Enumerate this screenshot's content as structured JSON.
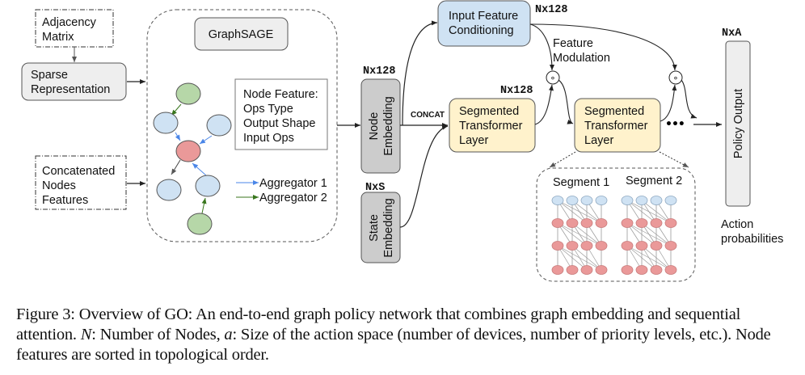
{
  "inputs": {
    "adjacency": [
      "Adjacency",
      "Matrix"
    ],
    "sparse": [
      "Sparse",
      "Representation"
    ],
    "concat_features": [
      "Concatenated",
      "Nodes",
      "Features"
    ]
  },
  "graphsage": {
    "title": "GraphSAGE",
    "feature_box": [
      "Node Feature:",
      "Ops Type",
      "Output Shape",
      "Input Ops"
    ],
    "legend": [
      {
        "label": "Aggregator 1",
        "color": "#4a86e8"
      },
      {
        "label": "Aggregator 2",
        "color": "#38761d"
      }
    ],
    "colors": {
      "center": "#ea9999",
      "neighbor": "#cfe2f3",
      "outer": "#b6d7a8"
    }
  },
  "embeddings": {
    "node": {
      "label": [
        "Node",
        "Embedding"
      ],
      "dim": "Nx128"
    },
    "state": {
      "label": [
        "State",
        "Embedding"
      ],
      "dim": "NxS"
    },
    "concat_label": "CONCAT"
  },
  "conditioning": {
    "label": [
      "Input Feature",
      "Conditioning"
    ],
    "dim": "Nx128",
    "color": "#cfe2f3"
  },
  "modulation": {
    "label": [
      "Feature",
      "Modulation"
    ],
    "op_symbol": "∘"
  },
  "transformer": {
    "layer1": {
      "label": [
        "Segmented",
        "Transformer",
        "Layer"
      ],
      "dim": "Nx128"
    },
    "layer2": {
      "label": [
        "Segmented",
        "Transformer",
        "Layer"
      ]
    },
    "color": "#fff2cc",
    "ellipsis": "•••"
  },
  "segments": {
    "labels": [
      "Segment 1",
      "Segment 2"
    ],
    "rows": 4,
    "cols": 4,
    "top_color": "#cfe2f3",
    "node_color": "#ea9999"
  },
  "policy": {
    "label": "Policy Output",
    "dim": "NxA",
    "note": [
      "Action",
      "probabilities"
    ]
  },
  "caption": {
    "prefix": "Figure 3: Overview of GO: An end-to-end graph policy network that combines graph embedding and sequential attention. ",
    "n_sym": "N",
    "n_text": ": Number of Nodes, ",
    "a_sym": "a",
    "a_text": ": Size of the action space (number of devices, number of priority levels, etc.). Node features are sorted in topological order."
  }
}
